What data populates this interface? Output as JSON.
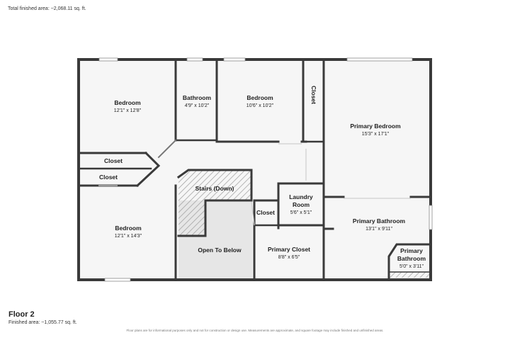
{
  "header": {
    "total_area": "Total finished area: ~2,068.11 sq. ft."
  },
  "floor": {
    "title": "Floor 2",
    "finished_area": "Finished area: ~1,055.77 sq. ft."
  },
  "disclaimer": "Floor plans are for informational purposes only and not for construction or design use. Measurements are approximate, and square footage may include finished and unfinished areas.",
  "rooms": {
    "bedroom_top_left": {
      "name": "Bedroom",
      "dims": "12'1\" x 12'8\""
    },
    "bathroom": {
      "name": "Bathroom",
      "dims": "4'9\" x 10'2\""
    },
    "bedroom_top_middle": {
      "name": "Bedroom",
      "dims": "10'6\" x 10'2\""
    },
    "closet_vertical": {
      "name": "Closet"
    },
    "primary_bedroom": {
      "name": "Primary Bedroom",
      "dims": "15'3\" x 17'1\""
    },
    "closet_left_1": {
      "name": "Closet"
    },
    "closet_left_2": {
      "name": "Closet"
    },
    "stairs": {
      "name": "Stairs (Down)"
    },
    "laundry": {
      "name_line1": "Laundry",
      "name_line2": "Room",
      "dims": "5'6\" x 5'1\""
    },
    "closet_small": {
      "name": "Closet"
    },
    "bedroom_bottom_left": {
      "name": "Bedroom",
      "dims": "12'1\" x 14'3\""
    },
    "open_to_below": {
      "name": "Open To Below"
    },
    "primary_closet": {
      "name": "Primary Closet",
      "dims": "8'8\" x 6'5\""
    },
    "primary_bathroom": {
      "name": "Primary Bathroom",
      "dims": "13'1\" x 9'11\""
    },
    "primary_bathroom_small": {
      "name_line1": "Primary",
      "name_line2": "Bathroom",
      "dims": "5'0\" x 3'11\""
    }
  }
}
